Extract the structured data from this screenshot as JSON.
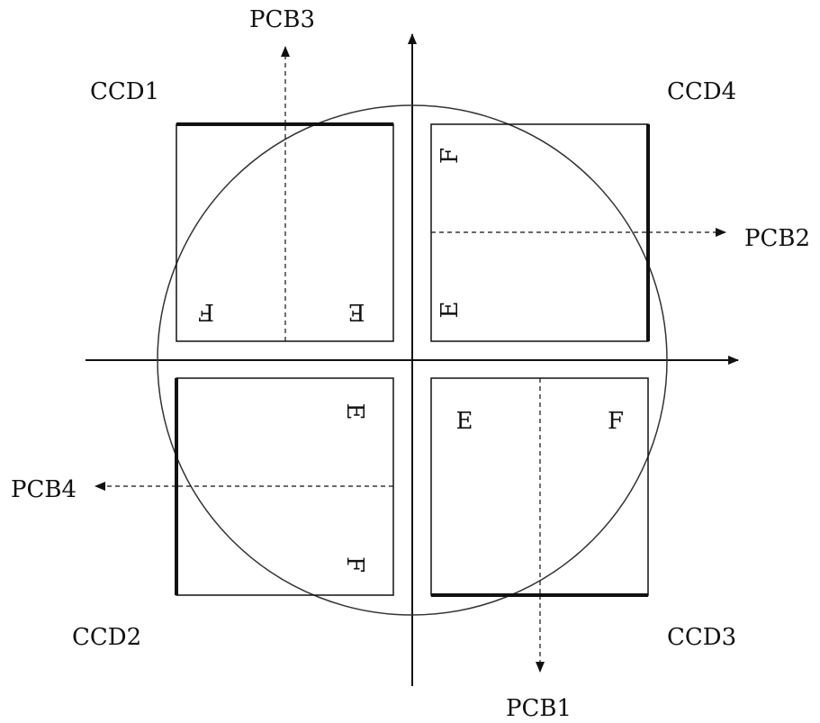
{
  "ccd_labels": {
    "ccd1": "CCD1",
    "ccd2": "CCD2",
    "ccd3": "CCD3",
    "ccd4": "CCD4"
  },
  "pcb_labels": {
    "pcb1": "PCB1",
    "pcb2": "PCB2",
    "pcb3": "PCB3",
    "pcb4": "PCB4"
  },
  "amp_labels": {
    "e": "E",
    "f": "F"
  },
  "colors": {
    "stroke": "#111111",
    "background": "#ffffff"
  }
}
